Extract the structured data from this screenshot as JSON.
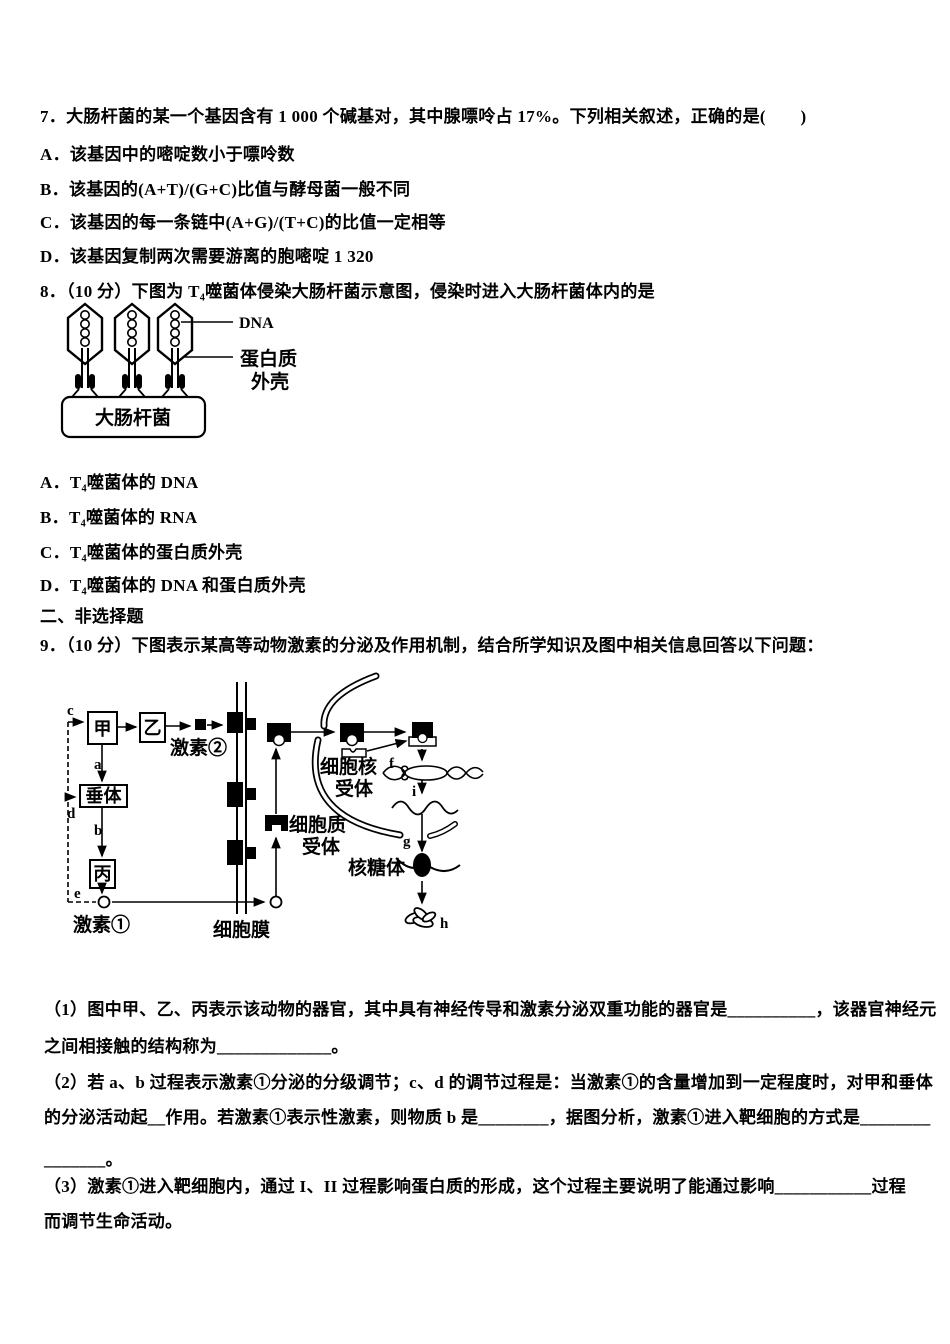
{
  "q7": {
    "stem": "7．大肠杆菌的某一个基因含有 1 000 个碱基对，其中腺嘌呤占 17%。下列相关叙述，正确的是(　　)",
    "options": {
      "a": "A．该基因中的嘧啶数小于嘌呤数",
      "b": "B．该基因的(A+T)/(G+C)比值与酵母菌一般不同",
      "c": "C．该基因的每一条链中(A+G)/(T+C)的比值一定相等",
      "d": "D．该基因复制两次需要游离的胞嘧啶 1 320"
    }
  },
  "q8": {
    "stem": "8．（10 分）下图为 T₄噬菌体侵染大肠杆菌示意图，侵染时进入大肠杆菌体内的是",
    "diagram": {
      "dna_label": "DNA",
      "protein_label_line1": "蛋白质",
      "protein_label_line2": "外壳",
      "ecoli_label": "大肠杆菌"
    },
    "options": {
      "a": "A．T₄噬菌体的 DNA",
      "b": "B．T₄噬菌体的 RNA",
      "c": "C．T₄噬菌体的蛋白质外壳",
      "d": "D．T₄噬菌体的 DNA 和蛋白质外壳"
    }
  },
  "section2_title": "二、非选择题",
  "q9": {
    "stem": "9．（10 分）下图表示某高等动物激素的分泌及作用机制，结合所学知识及图中相关信息回答以下问题：",
    "diagram": {
      "box_jia": "甲",
      "box_yi": "乙",
      "box_chuiti": "垂体",
      "box_bing": "丙",
      "hormone2_label": "激素②",
      "hormone1_label": "激素①",
      "membrane_label": "细胞膜",
      "cyto_receptor_line1": "细胞质",
      "cyto_receptor_line2": "受体",
      "nuc_receptor_line1": "细胞核",
      "nuc_receptor_line2": "受体",
      "ribosome_label": "核糖体",
      "letters": {
        "a": "a",
        "b": "b",
        "c": "c",
        "d": "d",
        "e": "e",
        "f": "f",
        "g": "g",
        "h": "h",
        "i": "i"
      }
    },
    "part1": {
      "line1": "（1）图中甲、乙、丙表示该动物的器官，其中具有神经传导和激素分泌双重功能的器官是__________，该器官神经元",
      "line2": "之间相接触的结构称为_____________。"
    },
    "part2": {
      "line1": "（2）若 a、b 过程表示激素①分泌的分级调节；c、d 的调节过程是：当激素①的含量增加到一定程度时，对甲和垂体",
      "line2": "的分泌活动起__作用。若激素①表示性激素，则物质 b 是________，据图分析，激素①进入靶细胞的方式是________",
      "line3": "_______。"
    },
    "part3": {
      "line1": "（3）激素①进入靶细胞内，通过 I、II 过程影响蛋白质的形成，这个过程主要说明了能通过影响___________过程",
      "line2": "而调节生命活动。"
    }
  }
}
